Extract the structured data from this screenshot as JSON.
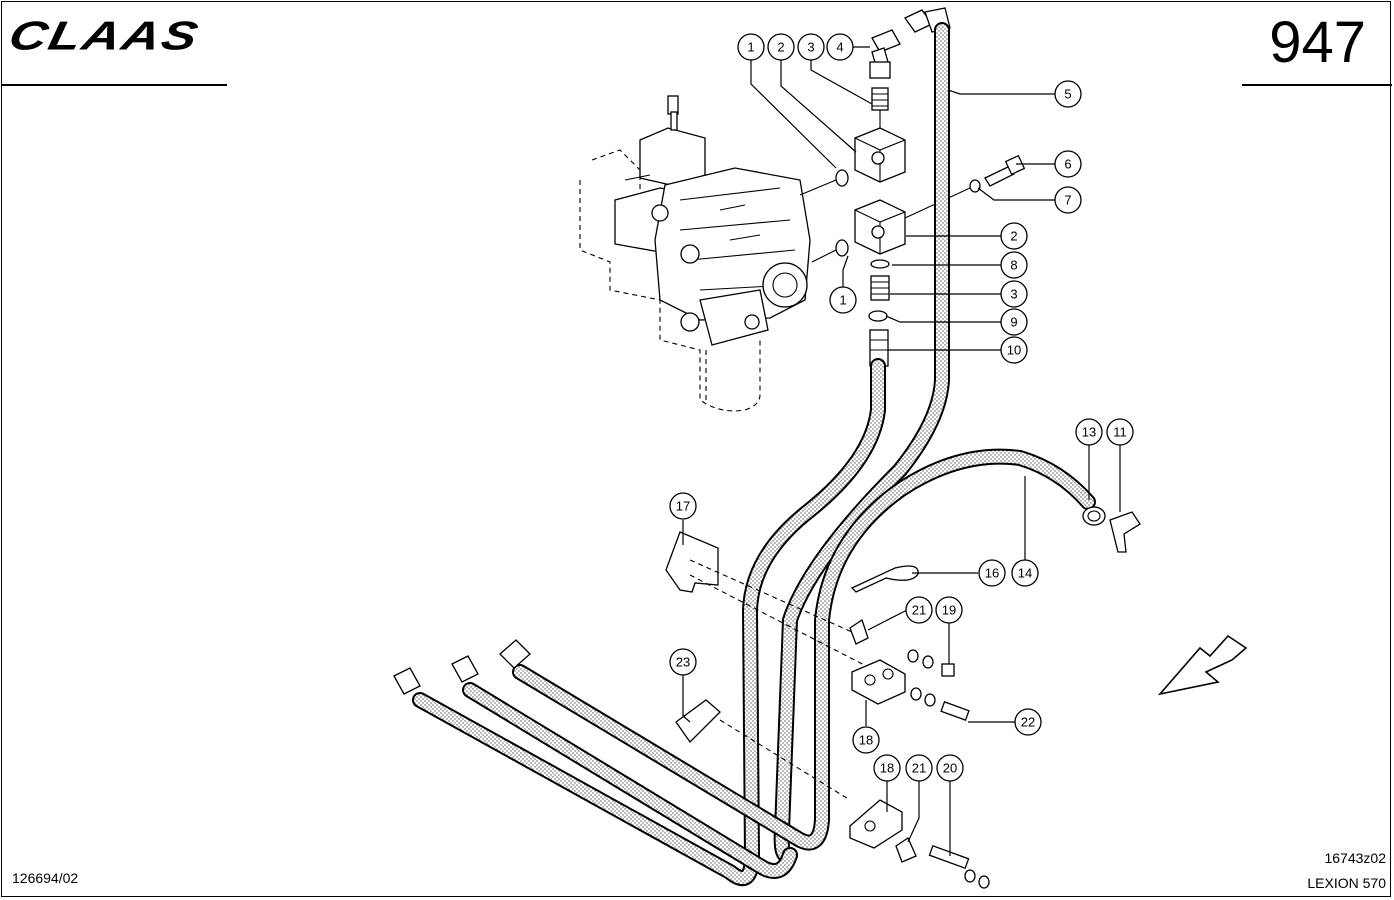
{
  "header": {
    "brand": "CLAAS",
    "page_number": "947"
  },
  "footer": {
    "document_number": "126694/02",
    "drawing_number": "16743z02",
    "model": "LEXION 570"
  },
  "colors": {
    "ink": "#000000",
    "paper": "#ffffff",
    "hose_fill": "#d8d8d8"
  },
  "callouts": {
    "c1a": "1",
    "c2a": "2",
    "c3a": "3",
    "c4": "4",
    "c5": "5",
    "c6": "6",
    "c7": "7",
    "c2b": "2",
    "c8": "8",
    "c3b": "3",
    "c9": "9",
    "c10": "10",
    "c1b": "1",
    "c13": "13",
    "c11": "11",
    "c16": "16",
    "c14": "14",
    "c17": "17",
    "c21a": "21",
    "c19": "19",
    "c23": "23",
    "c22": "22",
    "c18a": "18",
    "c18b": "18",
    "c21b": "21",
    "c20": "20"
  }
}
